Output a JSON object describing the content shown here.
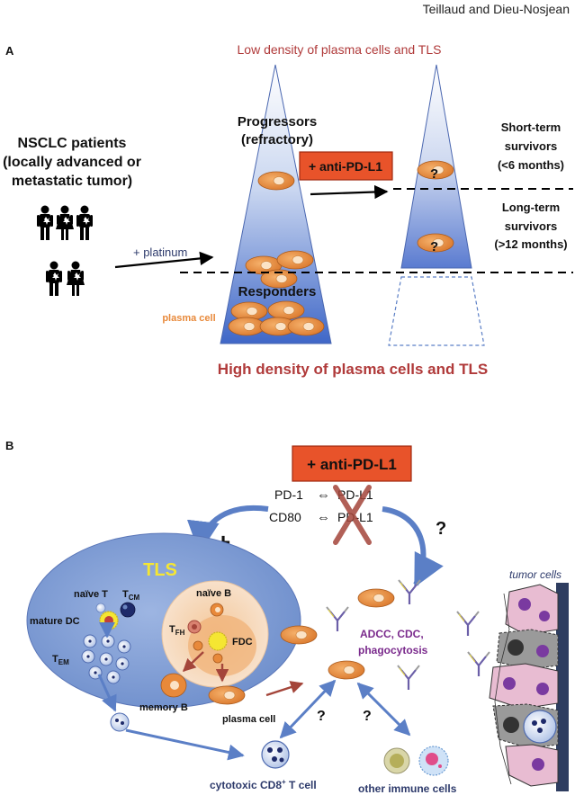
{
  "header": {
    "authors": "Teillaud and Dieu-Nosjean"
  },
  "panelA": {
    "label": "A",
    "top_caption": "Low density of plasma cells and TLS",
    "bottom_caption": "High density of plasma cells and TLS",
    "patients_line1": "NSCLC patients",
    "patients_line2": "(locally advanced or",
    "patients_line3": "metastatic tumor)",
    "platinum": "+ platinum",
    "progressors_line1": "Progressors",
    "progressors_line2": "(refractory)",
    "responders": "Responders",
    "plasma_cell_label": "plasma cell",
    "drug_box": "+ anti-PD-L1",
    "question": "?",
    "short_line1": "Short-term",
    "short_line2": "survivors",
    "short_line3": "(<6 months)",
    "long_line1": "Long-term",
    "long_line2": "survivors",
    "long_line3": "(>12 months)"
  },
  "panelB": {
    "label": "B",
    "drug_box": "+ anti-PD-L1",
    "pd1": "PD-1",
    "cd80": "CD80",
    "interaction_symbol": "⇔",
    "pdl1_a": "PD-L1",
    "pdl1_b": "PD-L1",
    "plus": "+",
    "question": "?",
    "tls": "TLS",
    "naive_t": "naïve T",
    "tcm": "T",
    "tcm_sub": "CM",
    "mature_dc": "mature DC",
    "tem": "T",
    "tem_sub": "EM",
    "naive_b": "naïve B",
    "tfh": "T",
    "tfh_sub": "FH",
    "fdc": "FDC",
    "memory_b": "memory B",
    "plasma_cell": "plasma cell",
    "adcc_line1": "ADCC, CDC,",
    "adcc_line2": "phagocytosis",
    "tumor_cells": "tumor cells",
    "ctl_prefix": "cytotoxic CD8",
    "ctl_sup": "+",
    "ctl_suffix": " T cell",
    "other_immune": "other immune cells"
  },
  "colors": {
    "caption_red": "#b03a3a",
    "drug_box_fill": "#e8532a",
    "plasma_orange": "#e8893a",
    "purple_text": "#7a2a8c",
    "tls_blue": "#8ea8d8",
    "tls_yellow": "#f5e632",
    "tumor_pink": "#e8bcd2",
    "navy": "#2d3a6b"
  }
}
